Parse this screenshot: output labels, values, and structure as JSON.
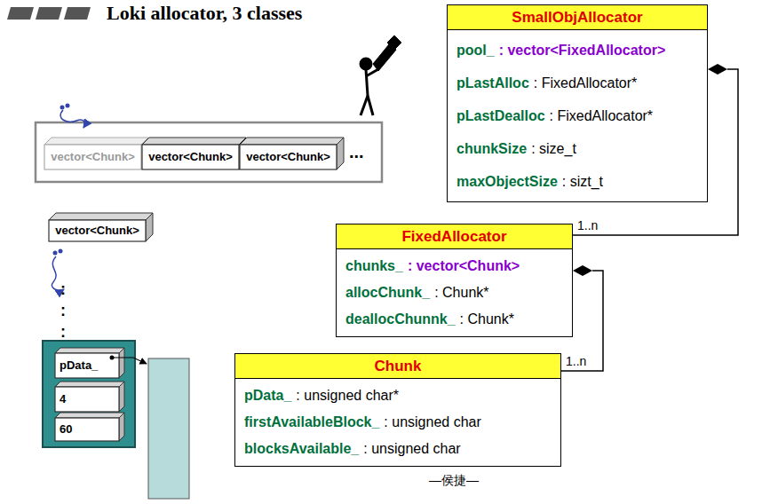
{
  "diagram": {
    "title": "Loki allocator, 3 classes",
    "nodes": [
      {
        "text": [
          "SmallObjAllocator",
          "pool_",
          ": vector<FixedAllocator>",
          "pLastAlloc",
          ": FixedAllocator*",
          "pLastDealloc",
          ": FixedAllocator*",
          "chunkSize",
          ": size_t",
          "maxObjectSize",
          ": sizt_t"
        ]
      },
      {
        "text": [
          "vector<Chunk>"
        ]
      },
      {
        "text": [
          "vector<Chunk>"
        ]
      },
      {
        "text": [
          "vector<Chunk>"
        ]
      },
      {
        "text": [
          "FixedAllocator",
          "chunks_",
          ": vector<Chunk>",
          "allocChunk_",
          ": Chunk*",
          "deallocChunnk_",
          ": Chunk*"
        ]
      },
      {
        "text": [
          "vector<Chunk>"
        ]
      },
      {
        "text": [
          "pData_"
        ]
      },
      {
        "text": [
          "4"
        ]
      },
      {
        "text": [
          "60"
        ]
      },
      {
        "text": [
          "Chunk",
          "pData_",
          ": unsigned char*",
          "firstAvailableBlock_",
          ": unsigned char",
          "blocksAvailable_",
          ": unsigned char"
        ]
      }
    ],
    "edges": [
      {
        "from": 4,
        "to": 0,
        "arrow": "to",
        "label": "1..n"
      },
      {
        "from": 9,
        "to": 4,
        "arrow": "to",
        "label": "1..n"
      }
    ],
    "labels": [
      "...",
      ":",
      ":",
      ":",
      "—侯捷—"
    ]
  }
}
